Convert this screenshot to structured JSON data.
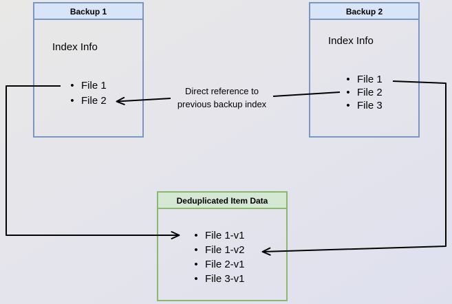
{
  "diagram": {
    "nodes": {
      "backup1": {
        "title": "Backup 1",
        "section_label": "Index Info",
        "items": [
          "File 1",
          "File 2"
        ]
      },
      "backup2": {
        "title": "Backup 2",
        "section_label": "Index Info",
        "items": [
          "File 1",
          "File 2",
          "File 3"
        ]
      },
      "dedup": {
        "title": "Deduplicated Item Data",
        "items": [
          "File 1-v1",
          "File 1-v2",
          "File 2-v1",
          "File 3-v1"
        ]
      }
    },
    "annotation": {
      "line1": "Direct reference to",
      "line2": "previous backup index"
    },
    "edges": [
      {
        "from": "Backup 1 / File 1",
        "to": "Deduplicated Item Data / File 1-v1",
        "label": ""
      },
      {
        "from": "Backup 2 / File 2",
        "to": "Backup 1 / File 2",
        "label": "Direct reference to previous backup index"
      },
      {
        "from": "Backup 2 / File 1",
        "to": "Deduplicated Item Data / File 1-v2",
        "label": ""
      }
    ],
    "colors": {
      "blue_border": "#7b96c4",
      "blue_header_fill": "#d8e4f7",
      "green_border": "#8ab870",
      "green_header_fill": "#d5e8d4",
      "connector": "#000000",
      "background_top": "#e9e8e7",
      "background_bottom": "#dfe0ee"
    },
    "bullet_glyph": "•"
  }
}
